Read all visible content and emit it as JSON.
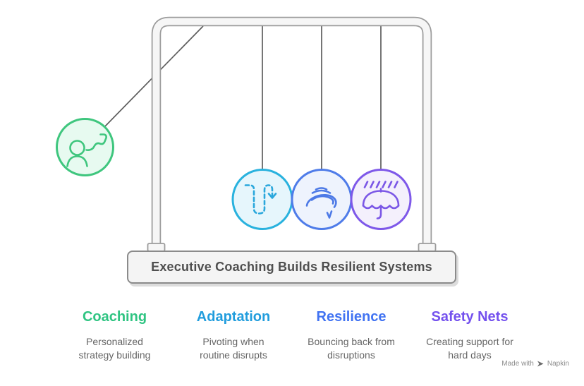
{
  "title": "Executive Coaching Builds Resilient Systems",
  "balls": [
    {
      "name": "coaching",
      "fill": "#e7faf0",
      "border": "#3fc67e",
      "icon_color": "#3fc67e"
    },
    {
      "name": "adaptation",
      "fill": "#e6f6fc",
      "border": "#29b2de",
      "icon_color": "#29a7dc"
    },
    {
      "name": "resilience",
      "fill": "#eef3fd",
      "border": "#4f7ce9",
      "icon_color": "#4c79e6"
    },
    {
      "name": "safety-nets",
      "fill": "#f4f0fc",
      "border": "#7e58e9",
      "icon_color": "#7b57e6"
    }
  ],
  "columns": [
    {
      "heading": "Coaching",
      "color": "#2fc482",
      "lines": [
        "Personalized",
        "strategy building"
      ]
    },
    {
      "heading": "Adaptation",
      "color": "#219ddd",
      "lines": [
        "Pivoting when",
        "routine disrupts"
      ]
    },
    {
      "heading": "Resilience",
      "color": "#4173f2",
      "lines": [
        "Bouncing back from",
        "disruptions"
      ]
    },
    {
      "heading": "Safety Nets",
      "color": "#7451ee",
      "lines": [
        "Creating support for",
        "hard days"
      ]
    }
  ],
  "footer": {
    "made_with": "Made with",
    "brand": "Napkin"
  },
  "frame_color": "#9c9c9c",
  "string_color": "#5d5d5d"
}
